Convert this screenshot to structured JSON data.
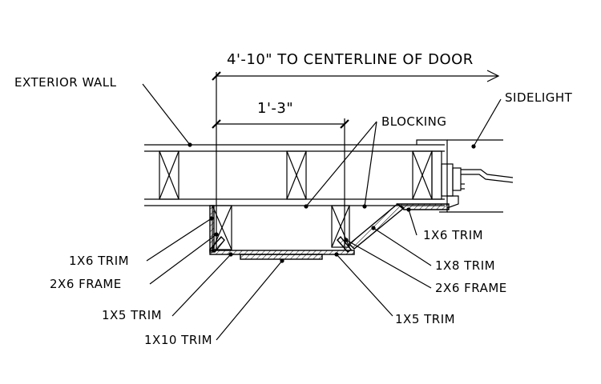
{
  "dimensions": {
    "overall": "4'-10\" TO CENTERLINE OF DOOR",
    "trim_offset": "1'-3\""
  },
  "labels": {
    "exterior_wall": "EXTERIOR WALL",
    "sidelight": "SIDELIGHT",
    "blocking": "BLOCKING",
    "left_1x6_trim": "1X6 TRIM",
    "left_2x6_frame": "2X6 FRAME",
    "left_1x5_trim": "1X5 TRIM",
    "bottom_1x10_trim": "1X10 TRIM",
    "right_1x6_trim": "1X6 TRIM",
    "right_1x8_trim": "1X8 TRIM",
    "right_2x6_frame": "2X6 FRAME",
    "right_1x5_trim": "1X5 TRIM"
  }
}
